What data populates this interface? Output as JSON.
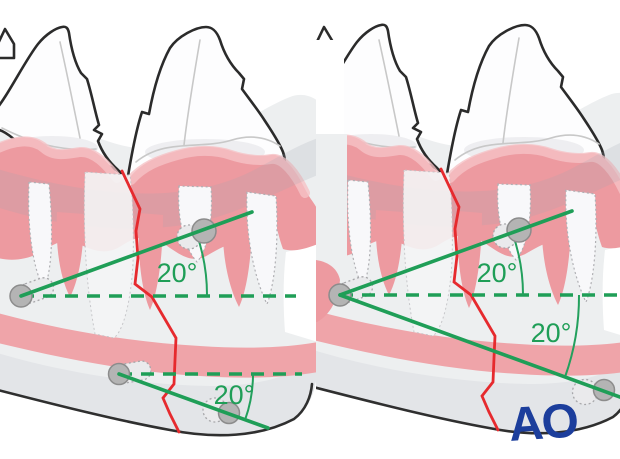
{
  "illustration": {
    "description": "Two-panel mandible cross-section showing oblique fracture with lag screw trajectories angled 20 degrees to reference lines",
    "panels": [
      {
        "id": "left",
        "angle_labels": {
          "upper": "20°",
          "lower": "20°"
        }
      },
      {
        "id": "right",
        "angle_labels": {
          "upper": "20°",
          "lower": "20°"
        }
      }
    ],
    "logo": {
      "text": "AO"
    },
    "colors": {
      "annotation_green": "#1F9E57",
      "fracture_red": "#E62A2E",
      "gum_pink": "#ED9AA0",
      "gum_pink_light": "#F5C2C5",
      "canal_pink": "#EFA4A9",
      "bone_gray": "#EDEFF0",
      "bone_gray_dark": "#E3E5E8",
      "tooth_white": "#FDFDFE",
      "outline_dark": "#2B2B2B",
      "screw_gray": "#B4B4B4",
      "logo_blue": "#1C3E9C"
    }
  }
}
